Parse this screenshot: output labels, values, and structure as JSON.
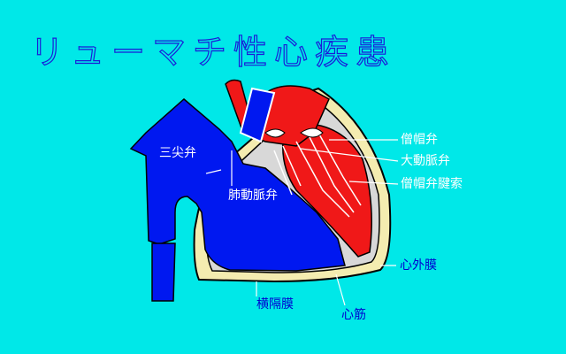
{
  "title": "リューマチ性心疾患",
  "labels": {
    "tricuspid": "三尖弁",
    "pulmonary": "肺動脈弁",
    "mitral": "僧帽弁",
    "aortic": "大動脈弁",
    "chordae": "僧帽弁腱索",
    "pericardium": "心外膜",
    "diaphragm": "横隔膜",
    "myocardium": "心筋"
  },
  "colors": {
    "background": "#00e8e8",
    "right_heart": "#0018f0",
    "left_heart": "#f01818",
    "pericardium": "#f4ecb0",
    "title": "#1a1ad8"
  }
}
